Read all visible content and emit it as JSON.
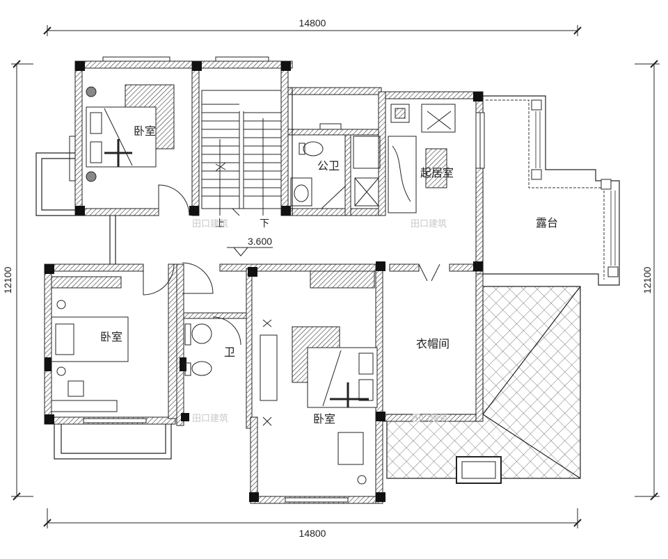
{
  "dimensions": {
    "top": "14800",
    "bottom": "14800",
    "left": "12100",
    "right": "12100"
  },
  "elevation": "3.600",
  "stair": {
    "up": "上",
    "down": "下"
  },
  "rooms": {
    "bedroom_nw": "卧室",
    "bedroom_w": "卧室",
    "bedroom_s": "卧室",
    "public_bath": "公卫",
    "bath": "卫",
    "living": "起居室",
    "terrace": "露台",
    "closet": "衣帽间"
  },
  "watermark": "田口建筑"
}
